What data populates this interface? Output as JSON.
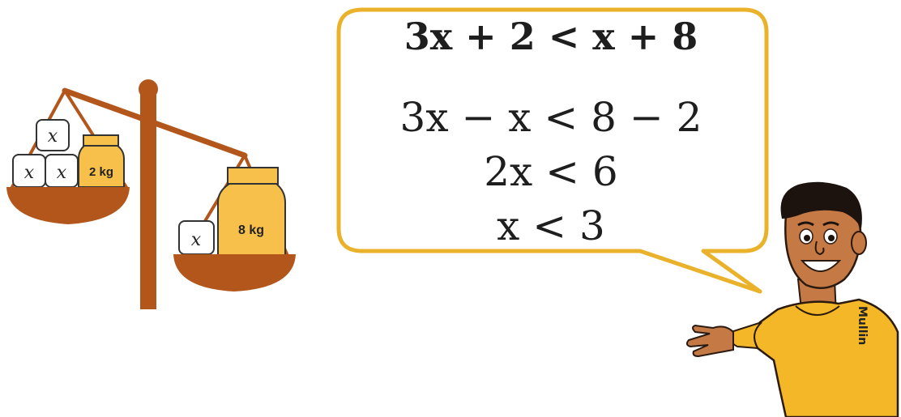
{
  "equations": {
    "inequality": "3x + 2 < x + 8",
    "step1": "3x − x < 8 − 2",
    "step2": "2x < 6",
    "step3": "x < 3"
  },
  "left_pan": {
    "box_labels": [
      "x",
      "x",
      "x"
    ],
    "jar_label": "2 kg"
  },
  "right_pan": {
    "box_labels": [
      "x"
    ],
    "jar_label": "8 kg"
  },
  "signature": "Mullin",
  "colors": {
    "scale": "#b3561c",
    "jar": "#f7c04a",
    "bubble_border": "#eab22a",
    "shirt": "#f3b727",
    "skin": "#c57a45"
  }
}
